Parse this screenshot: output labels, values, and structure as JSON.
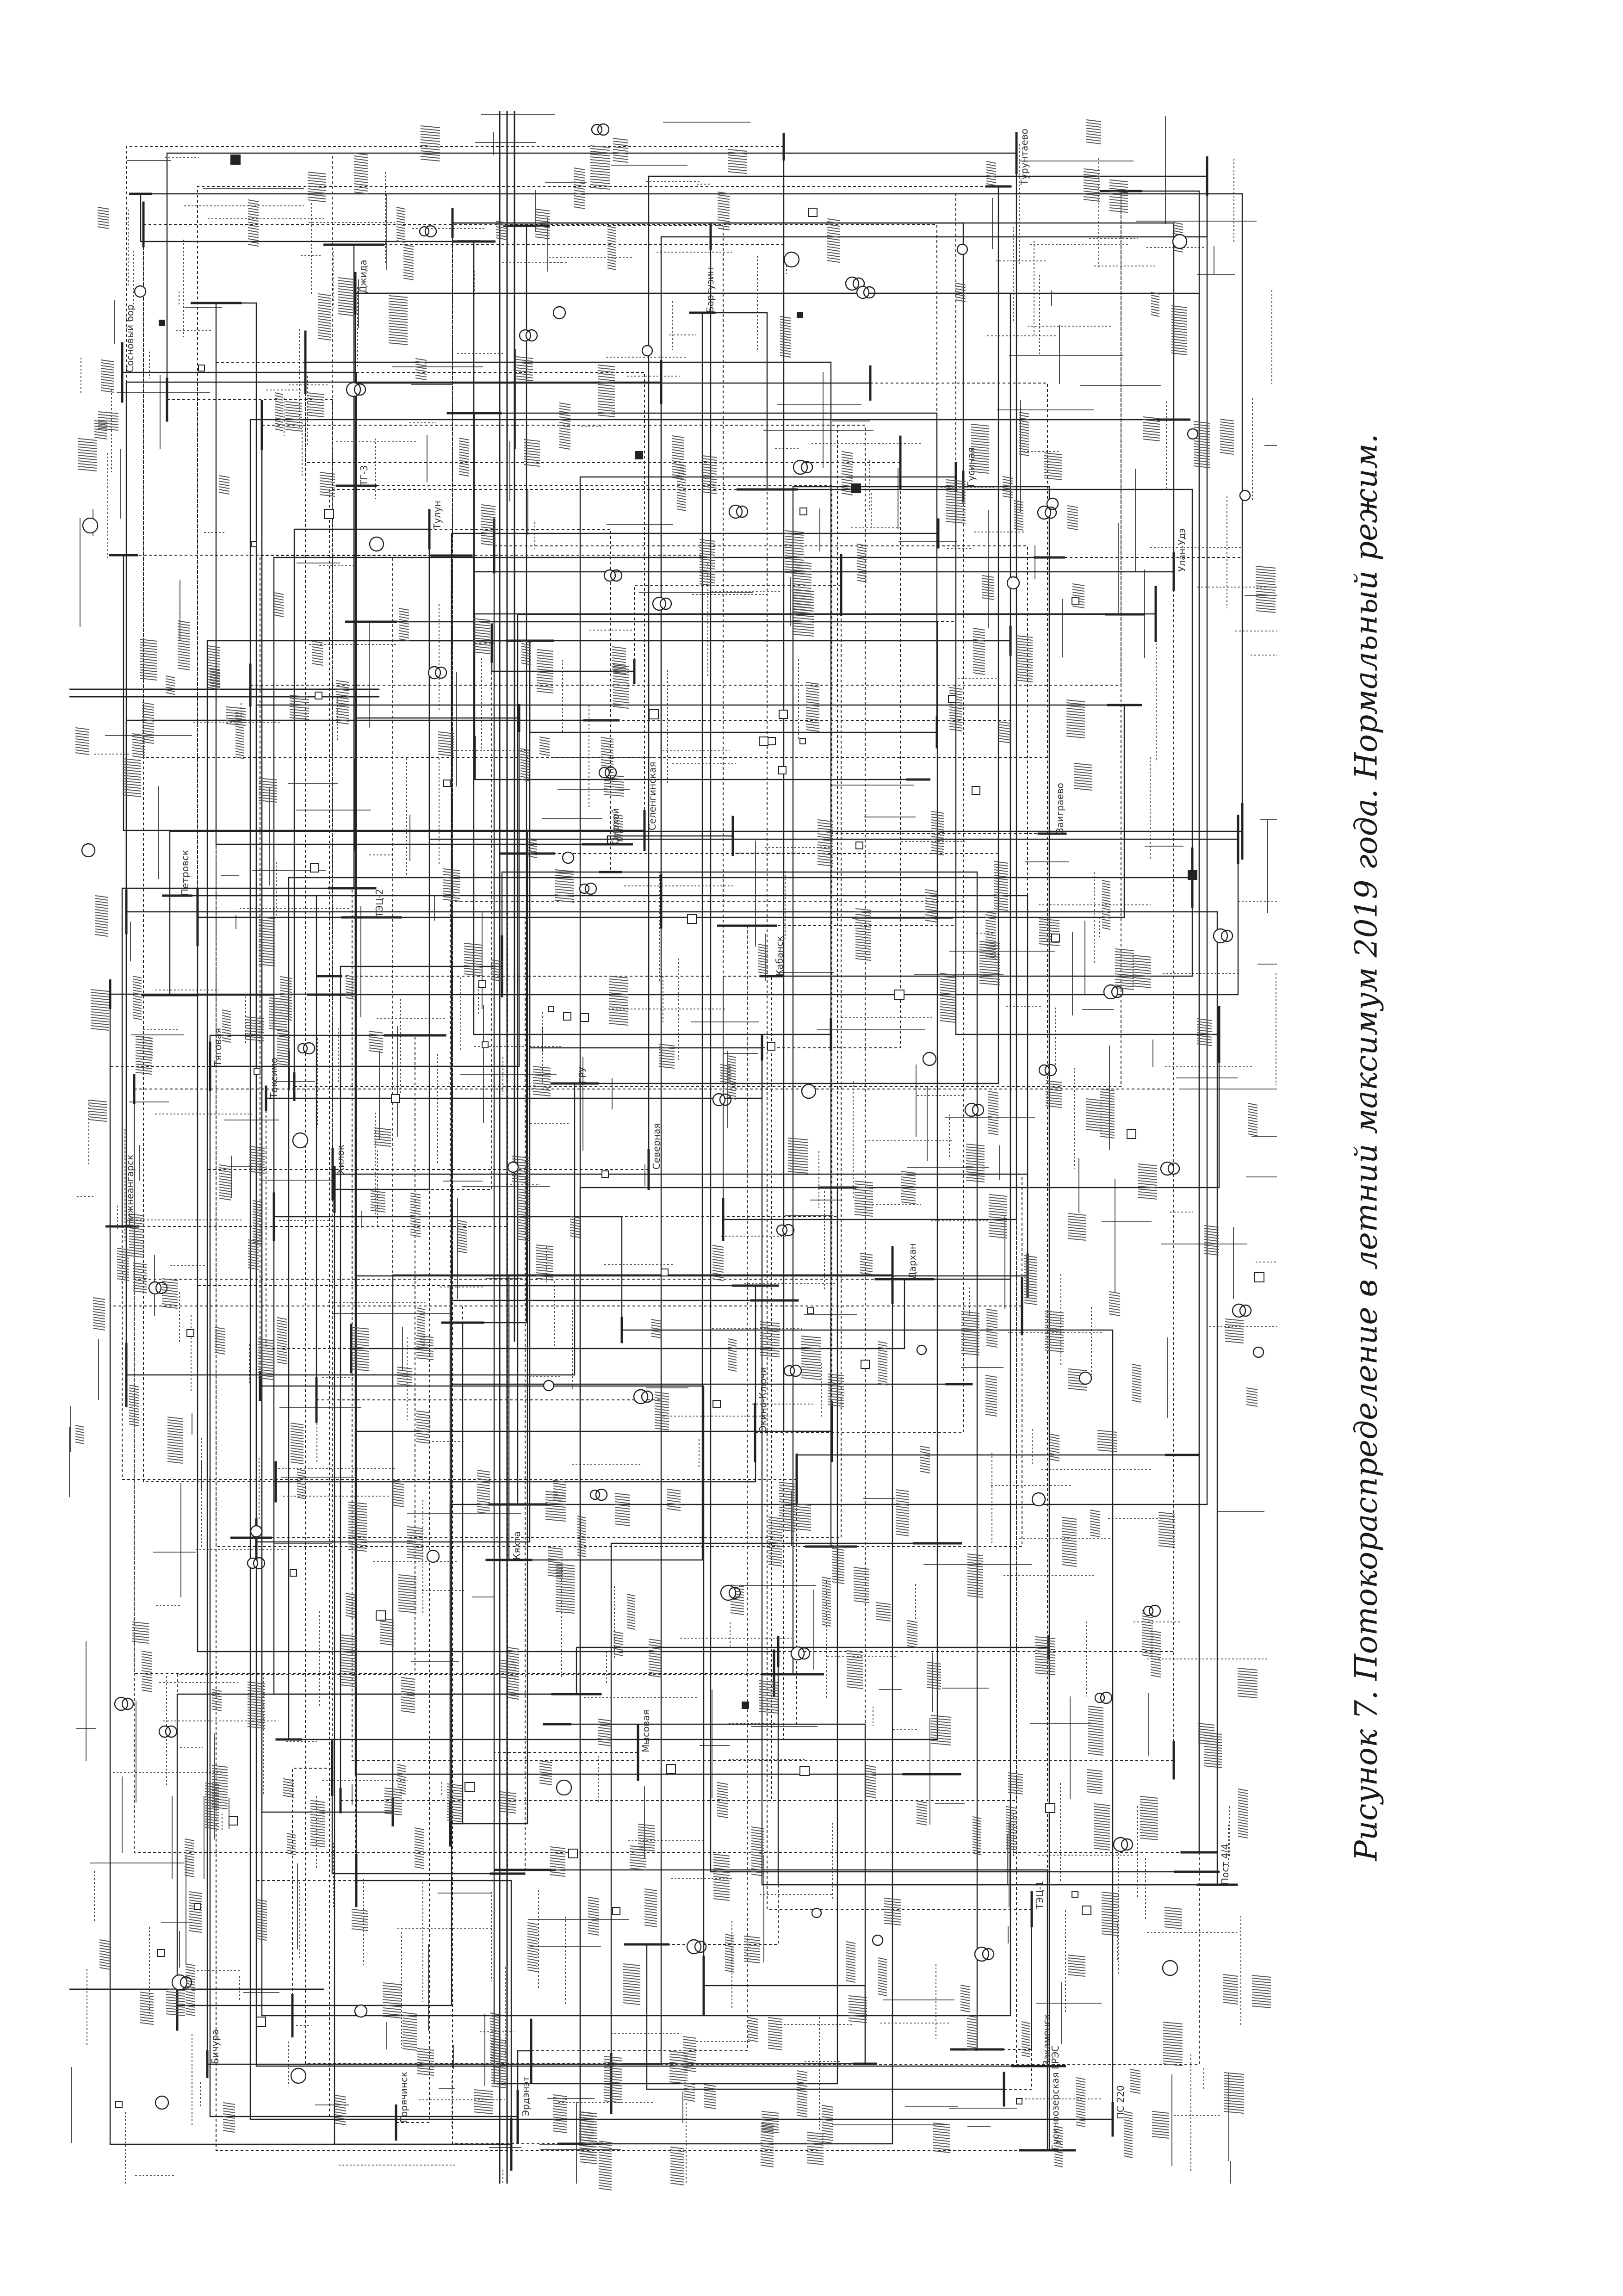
{
  "figure": {
    "caption": "Рисунок 7. Потокораспределение в летний максимум 2019 года. Нормальный режим."
  },
  "diagram": {
    "line_color": "#222222",
    "label_color": "#333333",
    "hatch_color": "#555555",
    "labels": [
      "Пост 4/4",
      "Гусиноозерская ГРЭС",
      "Селенгинская",
      "Улан-Удэ",
      "Гусиная",
      "Эрдэнэт",
      "Дархан",
      "Тулун",
      "Тяговая",
      "Джида",
      "Кяхта",
      "ПС 220",
      "ТЭЦ-1",
      "ТЭЦ-2",
      "ТГ-3",
      "ГРУ",
      "Мысовая",
      "Баргузин",
      "Северная",
      "Заиграево",
      "Петровск",
      "Хилок",
      "Онохой",
      "Сосновый бор",
      "Таксимо",
      "Нижнеангарск",
      "Окино-Ключи",
      "Бичура",
      "Закаменск",
      "Горячинск",
      "Турунтаево",
      "Кабанск"
    ]
  }
}
